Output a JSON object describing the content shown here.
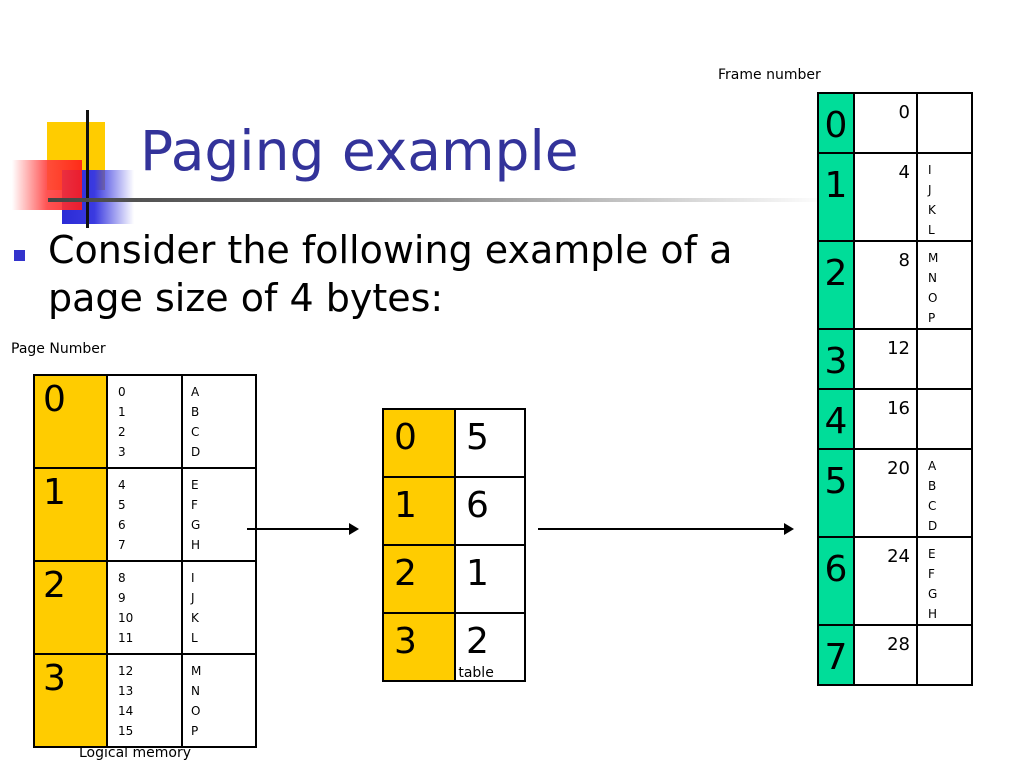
{
  "title": "Paging example",
  "bullet": "Consider the following example of a page size of 4 bytes:",
  "labels": {
    "frame_number": "Frame number",
    "page_number": "Page Number",
    "page_table": "Page table",
    "logical_memory": "Logical memory"
  },
  "logical_memory": [
    {
      "page": "0",
      "addresses": [
        "0",
        "1",
        "2",
        "3"
      ],
      "letters": [
        "A",
        "B",
        "C",
        "D"
      ]
    },
    {
      "page": "1",
      "addresses": [
        "4",
        "5",
        "6",
        "7"
      ],
      "letters": [
        "E",
        "F",
        "G",
        "H"
      ]
    },
    {
      "page": "2",
      "addresses": [
        "8",
        "9",
        "10",
        "11"
      ],
      "letters": [
        "I",
        "J",
        "K",
        "L"
      ]
    },
    {
      "page": "3",
      "addresses": [
        "12",
        "13",
        "14",
        "15"
      ],
      "letters": [
        "M",
        "N",
        "O",
        "P"
      ]
    }
  ],
  "page_table": [
    {
      "page": "0",
      "frame": "5"
    },
    {
      "page": "1",
      "frame": "6"
    },
    {
      "page": "2",
      "frame": "1"
    },
    {
      "page": "3",
      "frame": "2"
    }
  ],
  "physical_memory": [
    {
      "frame": "0",
      "address": "0",
      "letters": []
    },
    {
      "frame": "1",
      "address": "4",
      "letters": [
        "I",
        "J",
        "K",
        "L"
      ]
    },
    {
      "frame": "2",
      "address": "8",
      "letters": [
        "M",
        "N",
        "O",
        "P"
      ]
    },
    {
      "frame": "3",
      "address": "12",
      "letters": []
    },
    {
      "frame": "4",
      "address": "16",
      "letters": []
    },
    {
      "frame": "5",
      "address": "20",
      "letters": [
        "A",
        "B",
        "C",
        "D"
      ]
    },
    {
      "frame": "6",
      "address": "24",
      "letters": [
        "E",
        "F",
        "G",
        "H"
      ]
    },
    {
      "frame": "7",
      "address": "28",
      "letters": []
    }
  ],
  "colors": {
    "title": "#33339a",
    "bullet": "#3333cc",
    "page_cell": "#ffcc00",
    "frame_cell": "#00dd99"
  }
}
